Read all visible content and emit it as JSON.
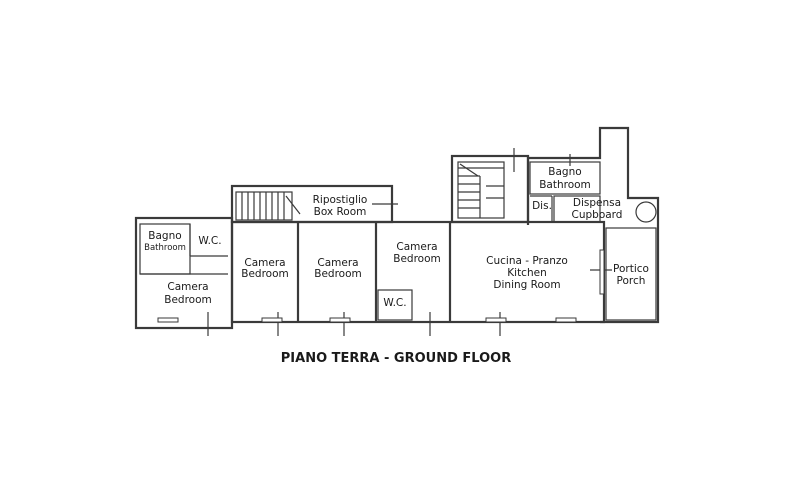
{
  "title": "PIANO TERRA - GROUND FLOOR",
  "rooms": {
    "bagno_left": {
      "it": "Bagno",
      "en": "Bathroom"
    },
    "wc_left": {
      "it": "W.C."
    },
    "camera_left": {
      "it": "Camera",
      "en": "Bedroom"
    },
    "camera_2": {
      "it": "Camera",
      "en": "Bedroom"
    },
    "camera_3": {
      "it": "Camera",
      "en": "Bedroom"
    },
    "camera_4": {
      "it": "Camera",
      "en": "Bedroom"
    },
    "wc_center": {
      "it": "W.C."
    },
    "ripostiglio": {
      "it": "Ripostiglio",
      "en": "Box Room"
    },
    "cucina": {
      "it": "Cucina - Pranzo",
      "en1": "Kitchen",
      "en2": "Dining Room"
    },
    "bagno_right": {
      "it": "Bagno",
      "en": "Bathroom"
    },
    "dis": {
      "it": "Dis."
    },
    "dispensa": {
      "it": "Dispensa",
      "en": "Cupboard"
    },
    "portico": {
      "it": "Portico",
      "en": "Porch"
    }
  }
}
